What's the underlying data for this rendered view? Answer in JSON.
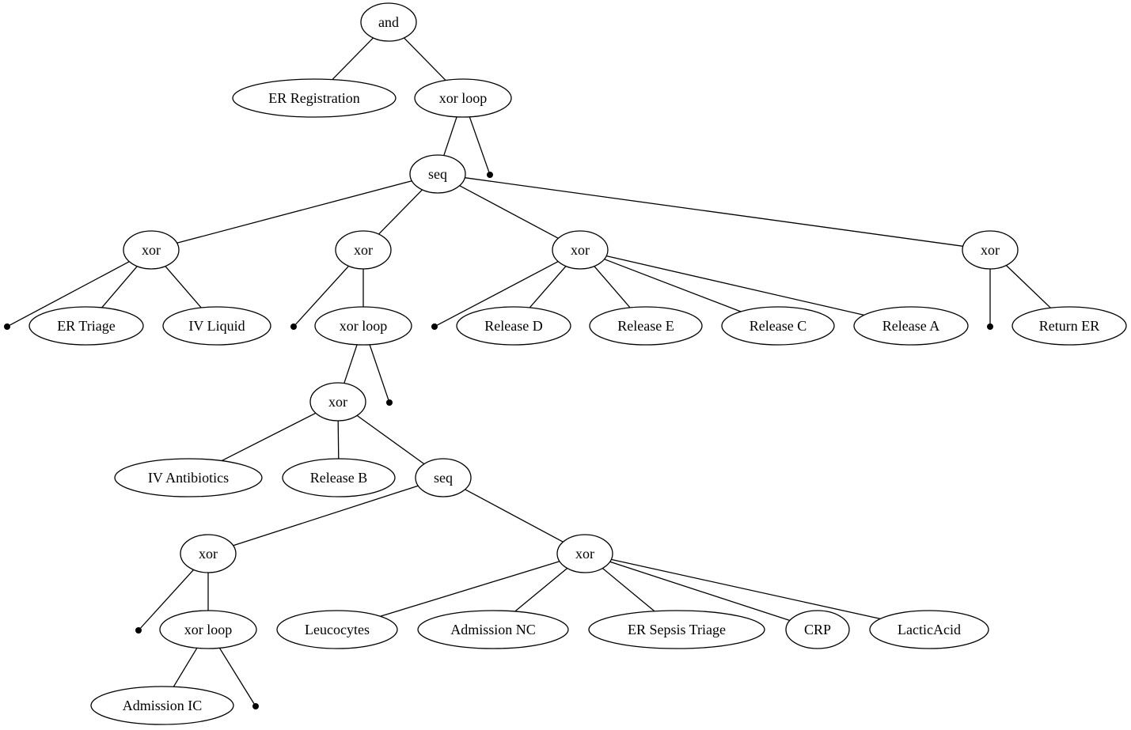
{
  "tree": {
    "colors": {
      "stroke": "#000000",
      "background": "#ffffff"
    },
    "nodes": [
      {
        "id": "n_and",
        "label": "and"
      },
      {
        "id": "n_er_reg",
        "label": "ER Registration"
      },
      {
        "id": "n_xorloop1",
        "label": "xor loop"
      },
      {
        "id": "n_seq1",
        "label": "seq"
      },
      {
        "id": "n_xor_a",
        "label": "xor"
      },
      {
        "id": "n_er_triage",
        "label": "ER Triage"
      },
      {
        "id": "n_iv_liquid",
        "label": "IV Liquid"
      },
      {
        "id": "n_xor_b",
        "label": "xor"
      },
      {
        "id": "n_xorloop2",
        "label": "xor loop"
      },
      {
        "id": "n_xor_c",
        "label": "xor"
      },
      {
        "id": "n_rel_d",
        "label": "Release D"
      },
      {
        "id": "n_rel_e",
        "label": "Release E"
      },
      {
        "id": "n_rel_c",
        "label": "Release C"
      },
      {
        "id": "n_rel_a",
        "label": "Release A"
      },
      {
        "id": "n_xor_d",
        "label": "xor"
      },
      {
        "id": "n_return_er",
        "label": "Return ER"
      },
      {
        "id": "n_xor_e",
        "label": "xor"
      },
      {
        "id": "n_iv_antib",
        "label": "IV Antibiotics"
      },
      {
        "id": "n_rel_b",
        "label": "Release B"
      },
      {
        "id": "n_seq2",
        "label": "seq"
      },
      {
        "id": "n_xor_f",
        "label": "xor"
      },
      {
        "id": "n_xorloop3",
        "label": "xor loop"
      },
      {
        "id": "n_adm_ic",
        "label": "Admission IC"
      },
      {
        "id": "n_xor_g",
        "label": "xor"
      },
      {
        "id": "n_leuco",
        "label": "Leucocytes"
      },
      {
        "id": "n_adm_nc",
        "label": "Admission NC"
      },
      {
        "id": "n_er_sepsis",
        "label": "ER Sepsis Triage"
      },
      {
        "id": "n_crp",
        "label": "CRP"
      },
      {
        "id": "n_lactic",
        "label": "LacticAcid"
      }
    ],
    "taus": [
      {
        "id": "t1"
      },
      {
        "id": "t2"
      },
      {
        "id": "t3"
      },
      {
        "id": "t4"
      },
      {
        "id": "t5"
      },
      {
        "id": "t6"
      },
      {
        "id": "t7"
      },
      {
        "id": "t8"
      },
      {
        "id": "t9"
      }
    ],
    "edges": [
      [
        "n_and",
        "n_er_reg"
      ],
      [
        "n_and",
        "n_xorloop1"
      ],
      [
        "n_xorloop1",
        "n_seq1"
      ],
      [
        "n_xorloop1",
        "t1"
      ],
      [
        "n_seq1",
        "n_xor_a"
      ],
      [
        "n_seq1",
        "n_xor_b"
      ],
      [
        "n_seq1",
        "n_xor_c"
      ],
      [
        "n_seq1",
        "n_xor_d"
      ],
      [
        "n_xor_a",
        "t2"
      ],
      [
        "n_xor_a",
        "n_er_triage"
      ],
      [
        "n_xor_a",
        "n_iv_liquid"
      ],
      [
        "n_xor_b",
        "t3"
      ],
      [
        "n_xor_b",
        "n_xorloop2"
      ],
      [
        "n_xor_c",
        "t4"
      ],
      [
        "n_xor_c",
        "n_rel_d"
      ],
      [
        "n_xor_c",
        "n_rel_e"
      ],
      [
        "n_xor_c",
        "n_rel_c"
      ],
      [
        "n_xor_c",
        "n_rel_a"
      ],
      [
        "n_xor_d",
        "t5"
      ],
      [
        "n_xor_d",
        "n_return_er"
      ],
      [
        "n_xorloop2",
        "n_xor_e"
      ],
      [
        "n_xorloop2",
        "t6"
      ],
      [
        "n_xor_e",
        "n_iv_antib"
      ],
      [
        "n_xor_e",
        "n_rel_b"
      ],
      [
        "n_xor_e",
        "n_seq2"
      ],
      [
        "n_seq2",
        "n_xor_f"
      ],
      [
        "n_seq2",
        "n_xor_g"
      ],
      [
        "n_xor_f",
        "t7"
      ],
      [
        "n_xor_f",
        "n_xorloop3"
      ],
      [
        "n_xorloop3",
        "n_adm_ic"
      ],
      [
        "n_xorloop3",
        "t8"
      ],
      [
        "n_xor_g",
        "n_leuco"
      ],
      [
        "n_xor_g",
        "n_adm_nc"
      ],
      [
        "n_xor_g",
        "n_er_sepsis"
      ],
      [
        "n_xor_g",
        "n_crp"
      ],
      [
        "n_xor_g",
        "n_lactic"
      ]
    ]
  }
}
